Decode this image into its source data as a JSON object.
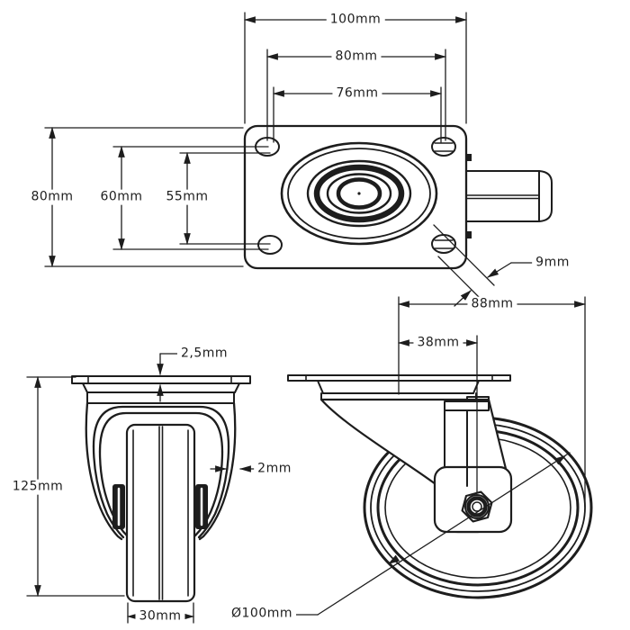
{
  "meta": {
    "background": "#ffffff",
    "line_color": "#1d1d1d",
    "drawing_type": "caster wheel dimension drawing"
  },
  "views": {
    "plate_top_view": {
      "name": "mounting-plate-top-view",
      "labels": {
        "plate_width": "100mm",
        "bolt_spacing_width_outer": "80mm",
        "bolt_spacing_width_inner": "76mm",
        "plate_depth": "80mm",
        "bolt_spacing_depth_outer": "60mm",
        "bolt_spacing_depth_inner": "55mm",
        "bolt_hole_diameter": "9mm"
      }
    },
    "fixed_front_view": {
      "name": "fixed-caster-front-view",
      "labels": {
        "plate_thickness": "2,5mm",
        "bracket_thickness": "2mm",
        "overall_height": "125mm",
        "wheel_width": "30mm"
      }
    },
    "swivel_side_view": {
      "name": "swivel-caster-side-view",
      "labels": {
        "overall_length": "88mm",
        "swivel_offset": "38mm",
        "wheel_diameter": "Ø100mm"
      }
    }
  }
}
